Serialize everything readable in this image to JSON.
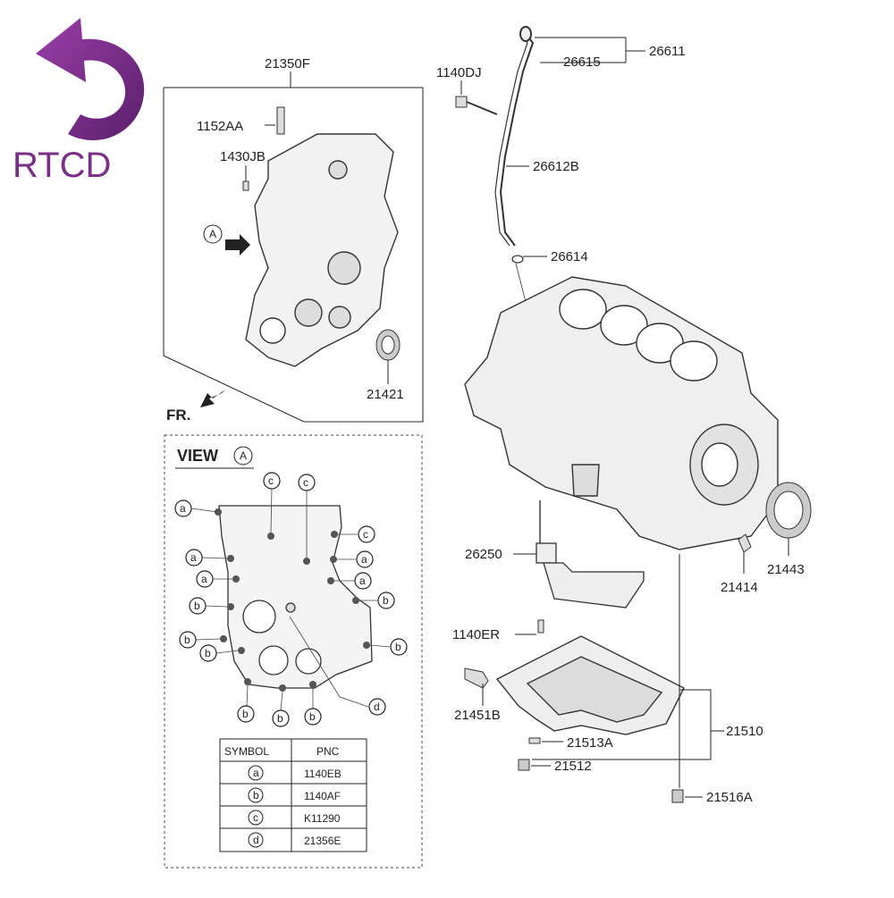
{
  "logo": {
    "text": "RTCD",
    "color": "#7a2f86"
  },
  "labels": {
    "front_cover_group": "21350F",
    "bolt_1152aa": "1152AA",
    "pin_1430jb": "1430JB",
    "view_marker": "A",
    "seal_21421": "21421",
    "front_indicator": "FR.",
    "bolt_1140dj": "1140DJ",
    "dipstick_assy": "26611",
    "dipstick_grip": "26615",
    "dipstick_tube": "26612B",
    "oring_26614": "26614",
    "strainer": "26250",
    "bolt_1140er": "1140ER",
    "sensor_21451b": "21451B",
    "gasket_21513a": "21513A",
    "oil_pan": "21510",
    "drain_plug": "21512",
    "bolt_21516a": "21516A",
    "bracket_21414": "21414",
    "rear_seal": "21443"
  },
  "view": {
    "title": "VIEW",
    "marker": "A"
  },
  "callouts": {
    "a": "a",
    "b": "b",
    "c": "c",
    "d": "d"
  },
  "table": {
    "headers": [
      "SYMBOL",
      "PNC"
    ],
    "rows": [
      {
        "symbol": "a",
        "pnc": "1140EB"
      },
      {
        "symbol": "b",
        "pnc": "1140AF"
      },
      {
        "symbol": "c",
        "pnc": "K11290"
      },
      {
        "symbol": "d",
        "pnc": "21356E"
      }
    ]
  }
}
